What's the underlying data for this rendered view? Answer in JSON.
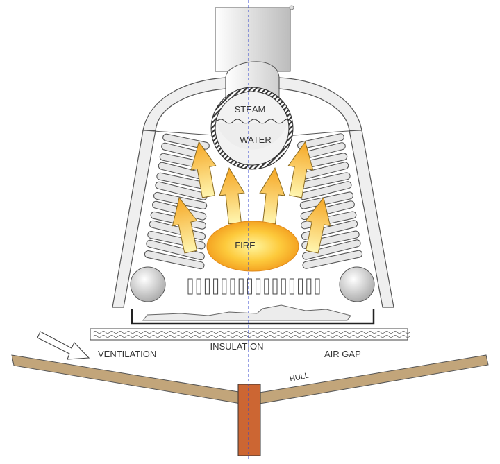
{
  "labels": {
    "steam": "STEAM",
    "water": "WATER",
    "fire": "FIRE",
    "insulation": "INSULATION",
    "ventilation": "VENTILATION",
    "air_gap": "AIR GAP",
    "hull": "HULL"
  },
  "colors": {
    "hull_wood": "#c2a57a",
    "keel": "#cc6633",
    "metal_light": "#f4f4f4",
    "metal_mid": "#d6d6d6",
    "outline": "#444444",
    "fire_core": "#fff6a0",
    "fire_edge": "#f29a1c",
    "centerline": "#3344cc"
  },
  "icons": {
    "ventilation_arrow": "right-down-arrow-icon",
    "heat_arrow": "up-arrow-icon"
  }
}
